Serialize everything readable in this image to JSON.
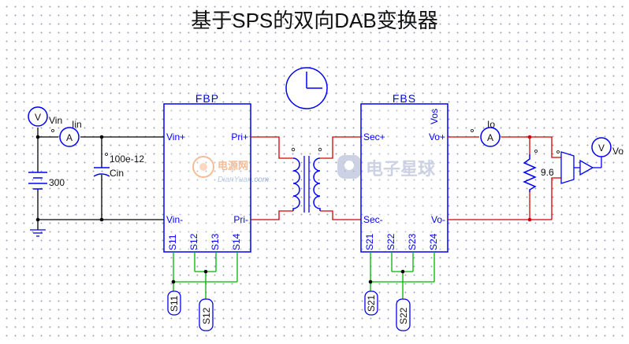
{
  "title": "基于SPS的双向DAB变换器",
  "voltmeter_symbol": "V",
  "ammeter_symbol": "A",
  "labels": {
    "vin": "Vin",
    "iin": "Iin",
    "io": "Io",
    "vo": "Vo",
    "source_value": "300",
    "cap_value": "100e-12",
    "cap_name": "Cin",
    "load_value": "9.6"
  },
  "fbp": {
    "name": "FBP",
    "vin_plus": "Vin+",
    "vin_minus": "Vin-",
    "pri_plus": "Pri+",
    "pri_minus": "Pri-",
    "pins": [
      "S11",
      "S12",
      "S13",
      "S14"
    ]
  },
  "fbs": {
    "name": "FBS",
    "vos": "Vos",
    "sec_plus": "Sec+",
    "sec_minus": "Sec-",
    "vo_plus": "Vo+",
    "vo_minus": "Vo-",
    "pins": [
      "S21",
      "S22",
      "S23",
      "S24"
    ]
  },
  "gates": {
    "s11": "S11",
    "s12": "S12",
    "s21": "S21",
    "s22": "S22"
  },
  "watermarks": {
    "cn_left": "电源网",
    "en_left": "DianYuan.com",
    "cn_right": "电子星球"
  },
  "colors": {
    "wire": "#000000",
    "power_wire": "#d40000",
    "gate_wire": "#00b400",
    "component": "#0000ff"
  }
}
